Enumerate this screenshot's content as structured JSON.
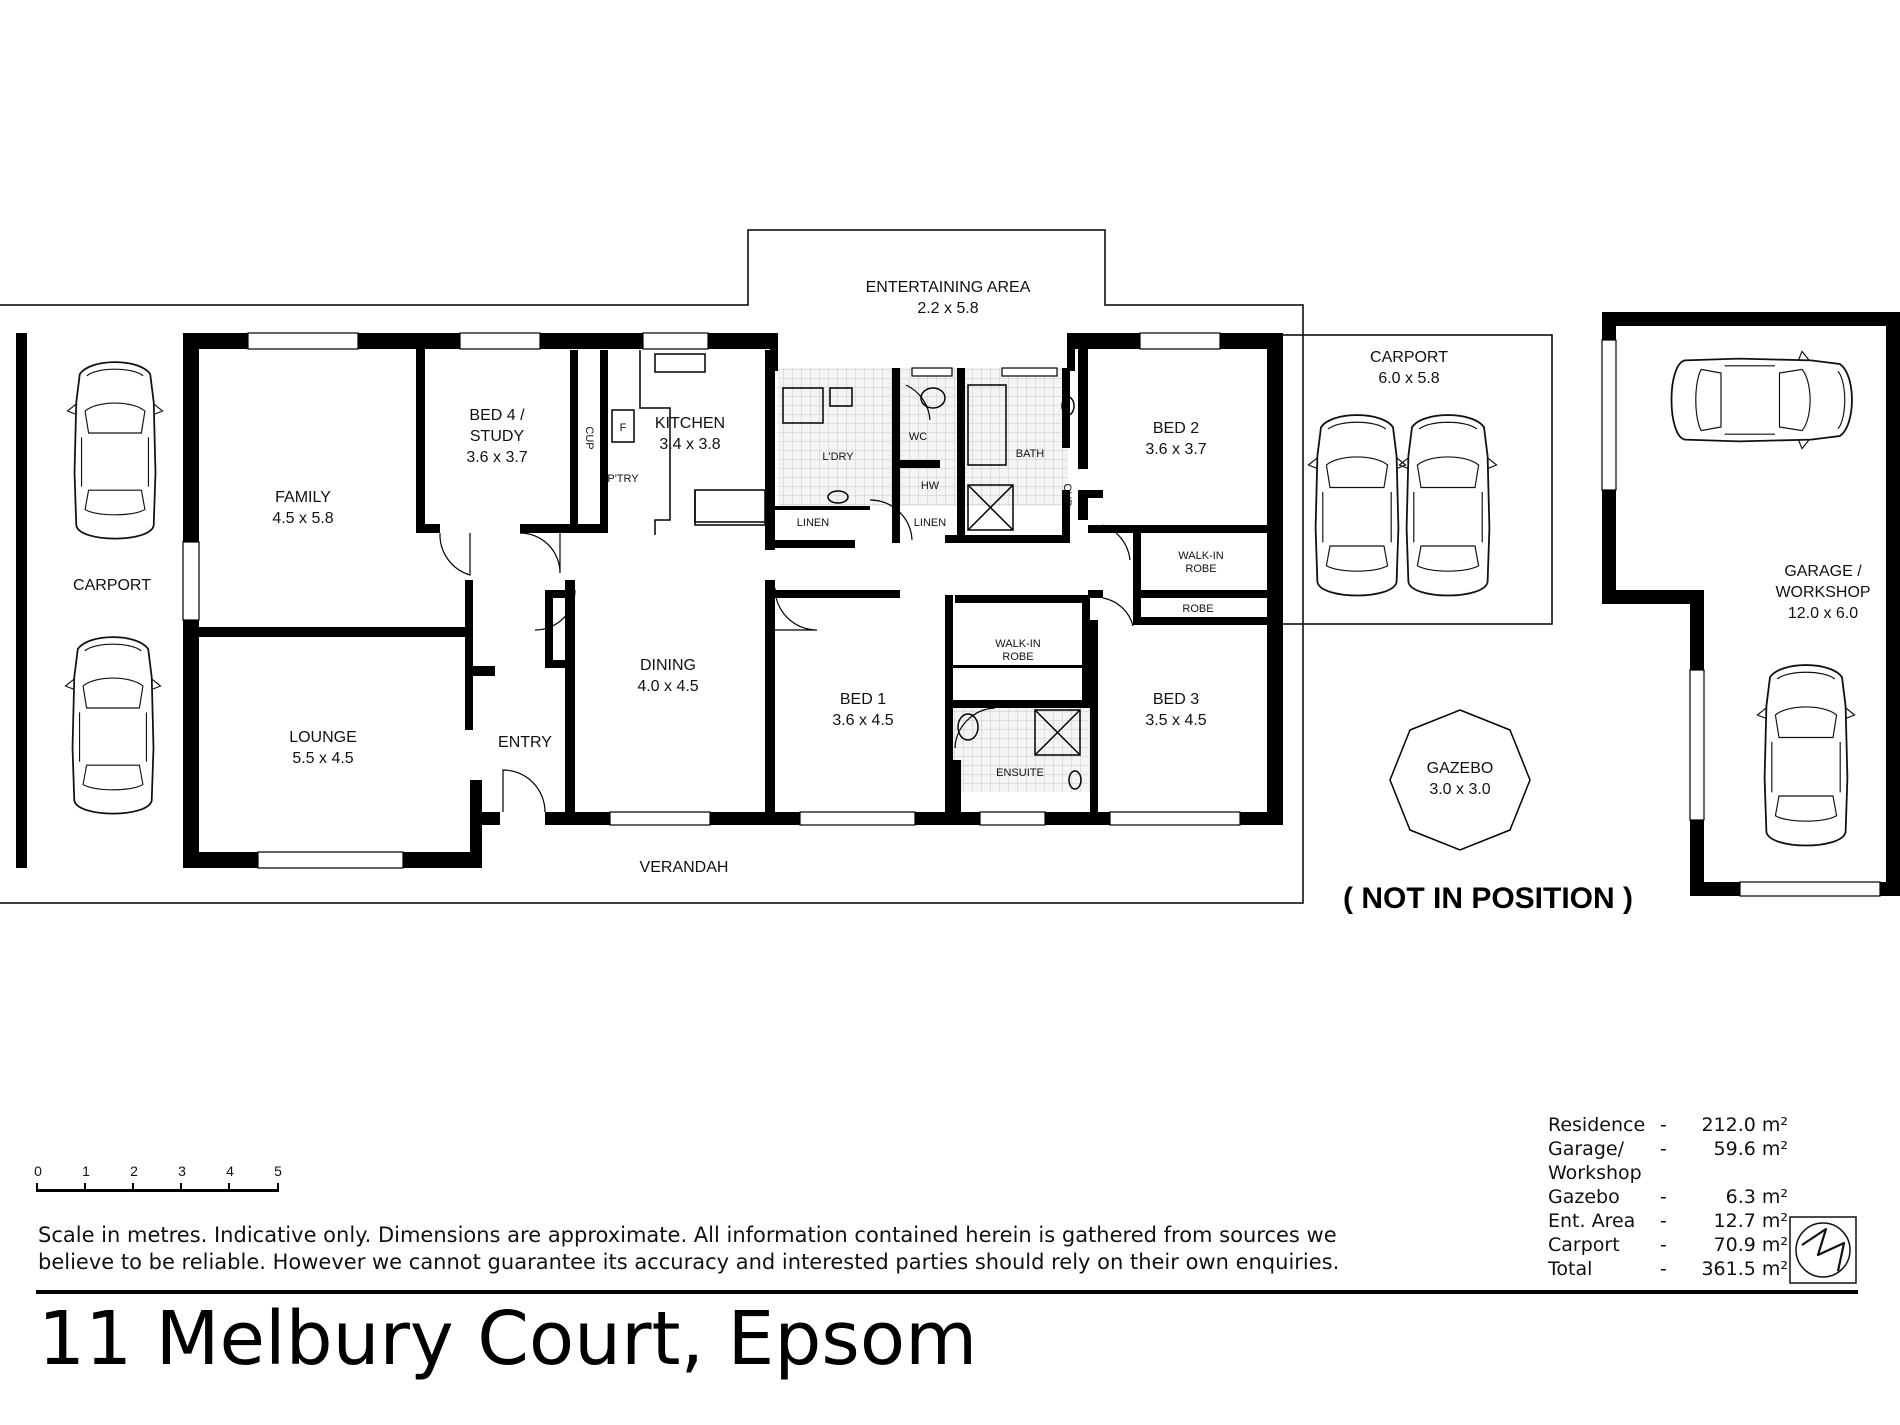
{
  "rooms": {
    "entertaining": {
      "name": "ENTERTAINING AREA",
      "dims": "2.2 x 5.8"
    },
    "family": {
      "name": "FAMILY",
      "dims": "4.5 x 5.8"
    },
    "bed4_line1": "BED 4 /",
    "bed4_line2": "STUDY",
    "bed4_dims": "3.6 x 3.7",
    "kitchen": {
      "name": "KITCHEN",
      "dims": "3.4 x 3.8"
    },
    "bed2": {
      "name": "BED 2",
      "dims": "3.6 x 3.7"
    },
    "carport_right": {
      "name": "CARPORT",
      "dims": "6.0 x 5.8"
    },
    "carport_left": {
      "name": "CARPORT"
    },
    "garage_line1": "GARAGE /",
    "garage_line2": "WORKSHOP",
    "garage_dims": "12.0 x 6.0",
    "dining": {
      "name": "DINING",
      "dims": "4.0 x 4.5"
    },
    "bed1": {
      "name": "BED 1",
      "dims": "3.6 x 4.5"
    },
    "bed3": {
      "name": "BED 3",
      "dims": "3.5 x 4.5"
    },
    "lounge": {
      "name": "LOUNGE",
      "dims": "5.5 x 4.5"
    },
    "entry": "ENTRY",
    "verandah": "VERANDAH",
    "gazebo": {
      "name": "GAZEBO",
      "dims": "3.0 x 3.0"
    },
    "not_in_position": "( NOT IN POSITION )"
  },
  "small_labels": {
    "cup": "CUP",
    "fridge": "F",
    "pantry": "P'TRY",
    "laundry": "L'DRY",
    "wc": "WC",
    "bath": "BATH",
    "hw": "HW",
    "linen": "LINEN",
    "walk_in": "WALK-IN",
    "robe": "ROBE",
    "ensuite": "ENSUITE"
  },
  "scale": {
    "ticks": [
      "0",
      "1",
      "2",
      "3",
      "4",
      "5"
    ]
  },
  "disclaimer": {
    "line1": "Scale in metres. Indicative only. Dimensions are approximate. All information contained herein is gathered from sources we",
    "line2": "believe to be reliable. However we cannot guarantee  its accuracy and interested parties should rely on their own enquiries."
  },
  "areas": [
    {
      "name": "Residence",
      "dash": "-",
      "value": "212.0 m²"
    },
    {
      "name": "Garage/",
      "dash": "-",
      "value": "59.6 m²"
    },
    {
      "name": "Workshop",
      "dash": "",
      "value": ""
    },
    {
      "name": "Gazebo",
      "dash": "-",
      "value": "6.3 m²"
    },
    {
      "name": "Ent. Area",
      "dash": "-",
      "value": "12.7 m²"
    },
    {
      "name": "Carport",
      "dash": "-",
      "value": "70.9 m²"
    },
    {
      "name": "Total",
      "dash": "-",
      "value": "361.5 m²"
    }
  ],
  "address": "11 Melbury Court, Epsom",
  "icons": {
    "compass": "north-compass-icon",
    "car": "car-icon"
  }
}
